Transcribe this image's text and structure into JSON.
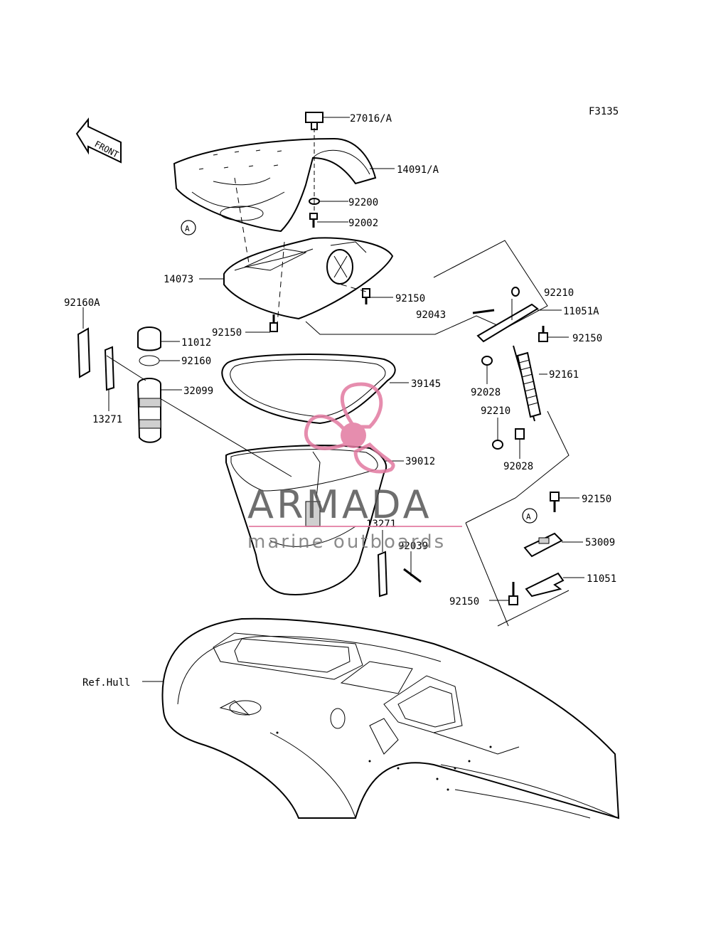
{
  "drawing_code": "F3135",
  "front_label": "FRONT",
  "ref_marker": "A",
  "callouts": {
    "c27016a": "27016/A",
    "c14091a": "14091/A",
    "c92200": "92200",
    "c92002": "92002",
    "c14073": "14073",
    "c92150a": "92150",
    "c92150b": "92150",
    "c92160a": "92160A",
    "c11012": "11012",
    "c92160": "92160",
    "c32099": "32099",
    "c13271a": "13271",
    "c39145": "39145",
    "c39012": "39012",
    "c13271b": "13271",
    "c92039": "92039",
    "c92210a": "92210",
    "c92043": "92043",
    "c11051a": "11051A",
    "c92150c": "92150",
    "c92161": "92161",
    "c92028a": "92028",
    "c92210b": "92210",
    "c92028b": "92028",
    "c92150d": "92150",
    "c53009": "53009",
    "c11051": "11051",
    "c92150e": "92150",
    "refhull": "Ref.Hull"
  },
  "watermark": {
    "brand": "ARMADA",
    "tagline": "marine outboards",
    "brand_color": "#555555",
    "accent_color": "#e27aa0"
  }
}
